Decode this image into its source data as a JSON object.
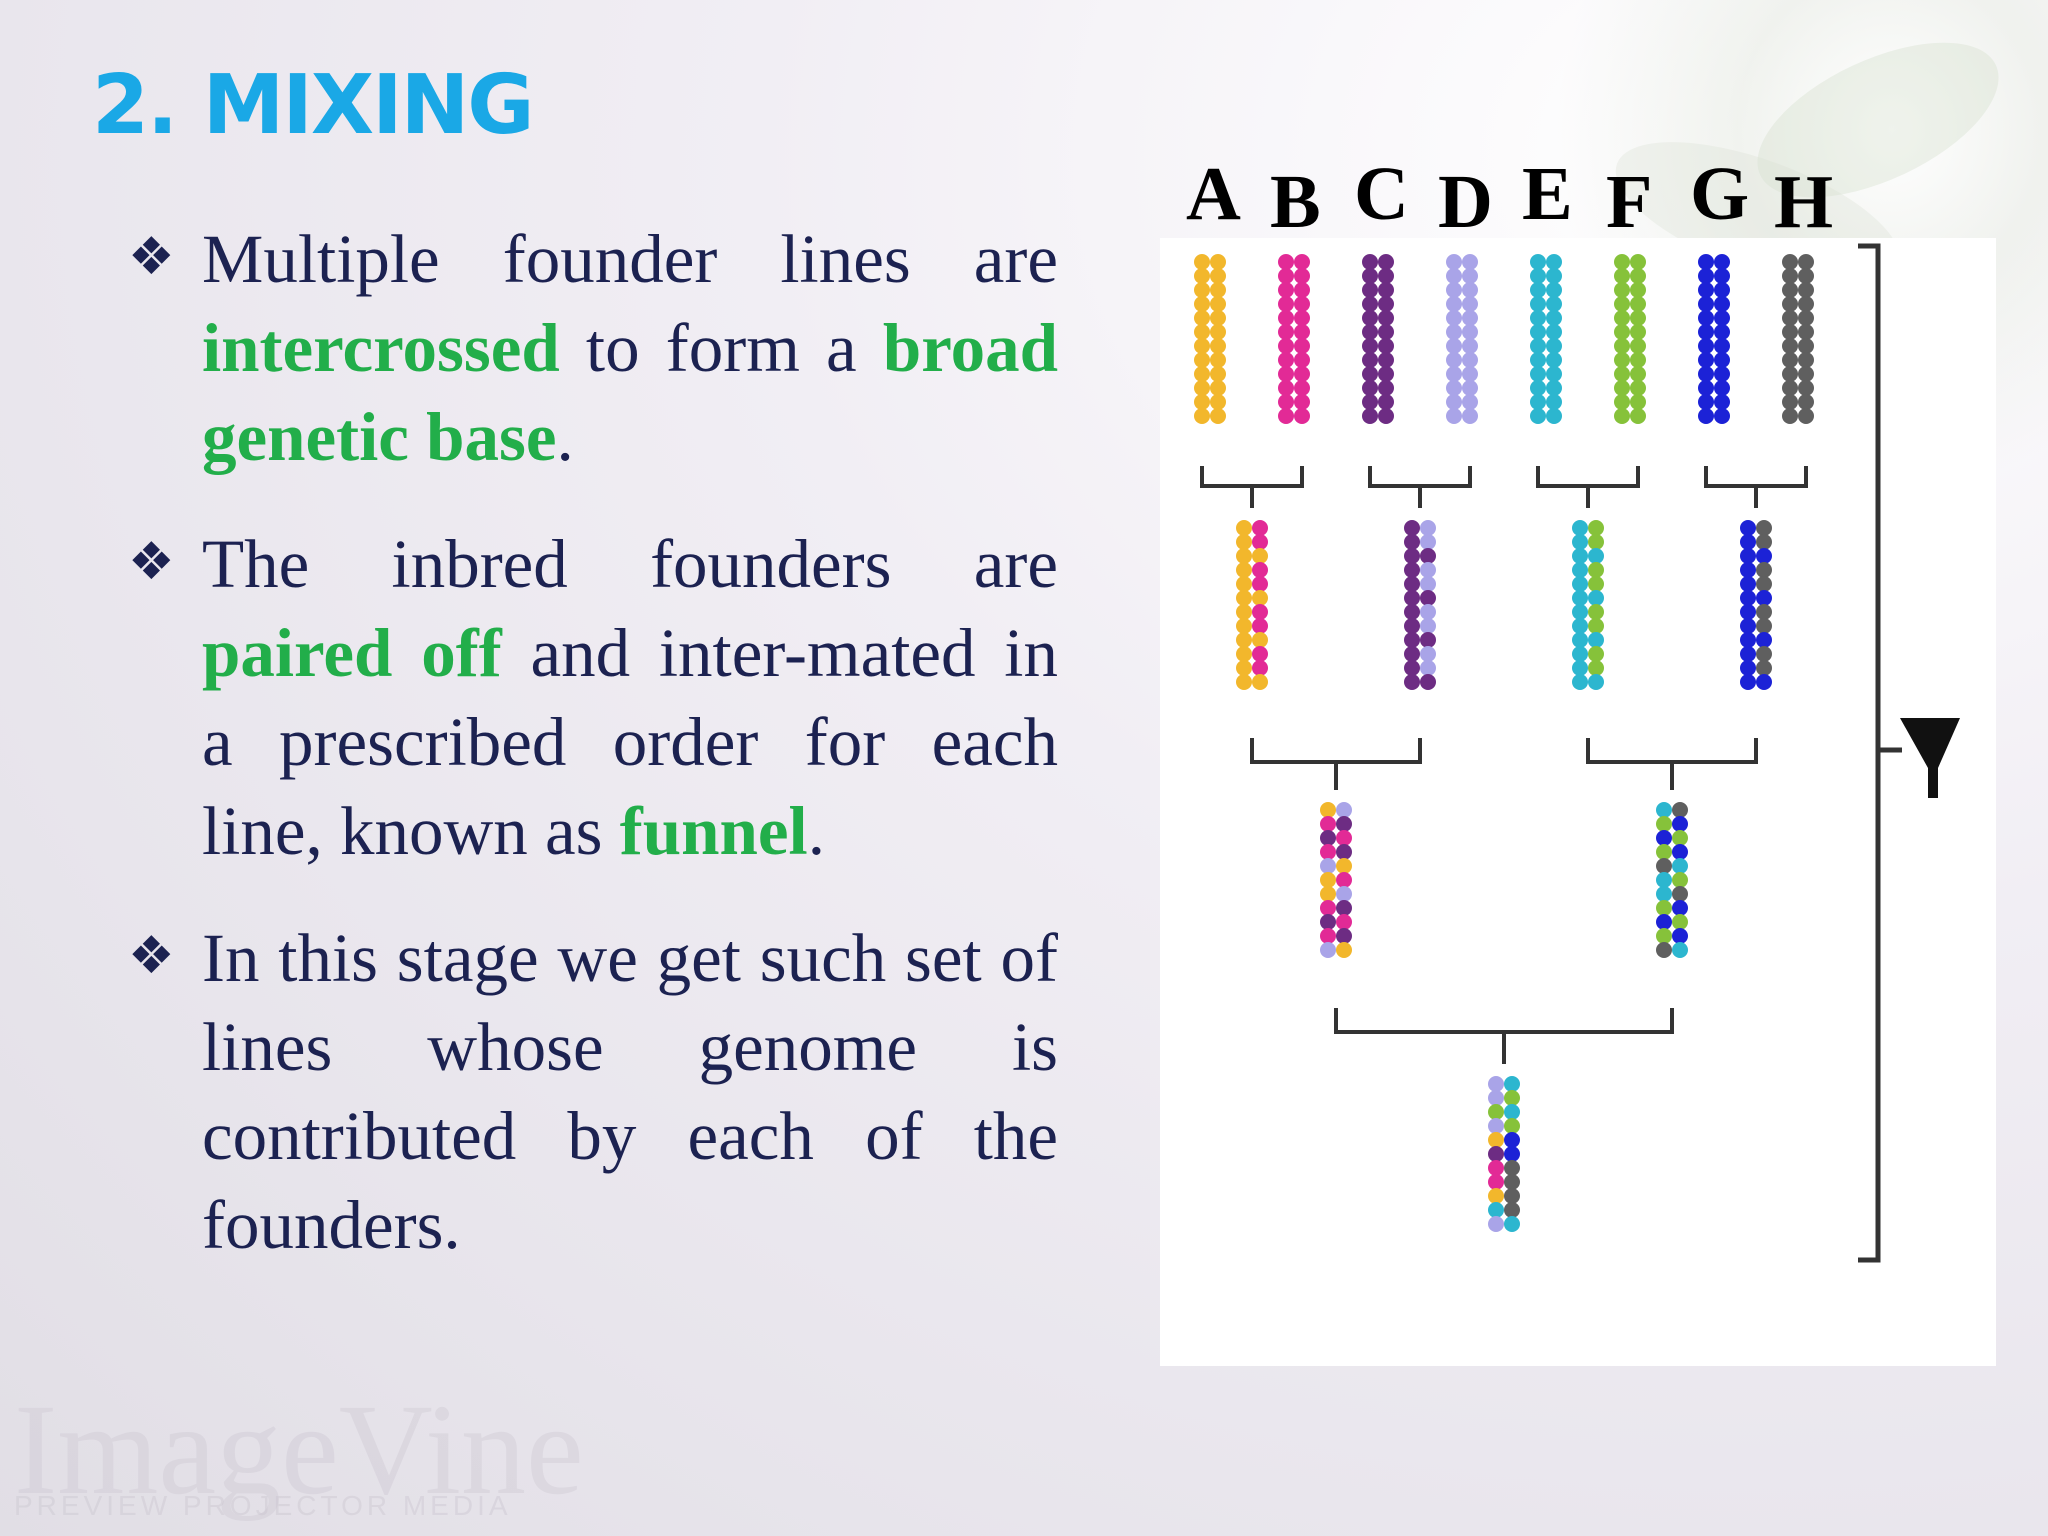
{
  "slide": {
    "title": "2. MIXING",
    "bullets": [
      {
        "segments": [
          {
            "text": "Multiple founder lines are ",
            "highlight": false
          },
          {
            "text": "intercrossed",
            "highlight": true
          },
          {
            "text": " to form a ",
            "highlight": false
          },
          {
            "text": "broad genetic base",
            "highlight": true
          },
          {
            "text": ".",
            "highlight": false
          }
        ]
      },
      {
        "segments": [
          {
            "text": "The inbred founders are ",
            "highlight": false
          },
          {
            "text": "paired off",
            "highlight": true
          },
          {
            "text": " and inter-mated in a prescribed order for each line, known as ",
            "highlight": false
          },
          {
            "text": "funnel",
            "highlight": true
          },
          {
            "text": ".",
            "highlight": false
          }
        ]
      },
      {
        "segments": [
          {
            "text": "In this stage we get such set of lines whose genome is contributed by each of the founders.",
            "highlight": false
          }
        ]
      }
    ],
    "bullet_icon": "four-diamond-icon",
    "colors": {
      "title": "#1aa8e6",
      "body_text": "#1c2251",
      "highlight": "#22ae4a"
    }
  },
  "diagram": {
    "founders": [
      {
        "label": "A",
        "color": "#f2b72c"
      },
      {
        "label": "B",
        "color": "#e22a96"
      },
      {
        "label": "C",
        "color": "#6d2c83"
      },
      {
        "label": "D",
        "color": "#a9a4e8"
      },
      {
        "label": "E",
        "color": "#2cb6cf"
      },
      {
        "label": "F",
        "color": "#86c23a"
      },
      {
        "label": "G",
        "color": "#1c22d6"
      },
      {
        "label": "H",
        "color": "#5f5f5f"
      }
    ],
    "cross_icon": "funnel-arrow-icon"
  },
  "watermark": {
    "text": "ImageVine",
    "sub": "PREVIEW    PROJECTOR MEDIA"
  }
}
